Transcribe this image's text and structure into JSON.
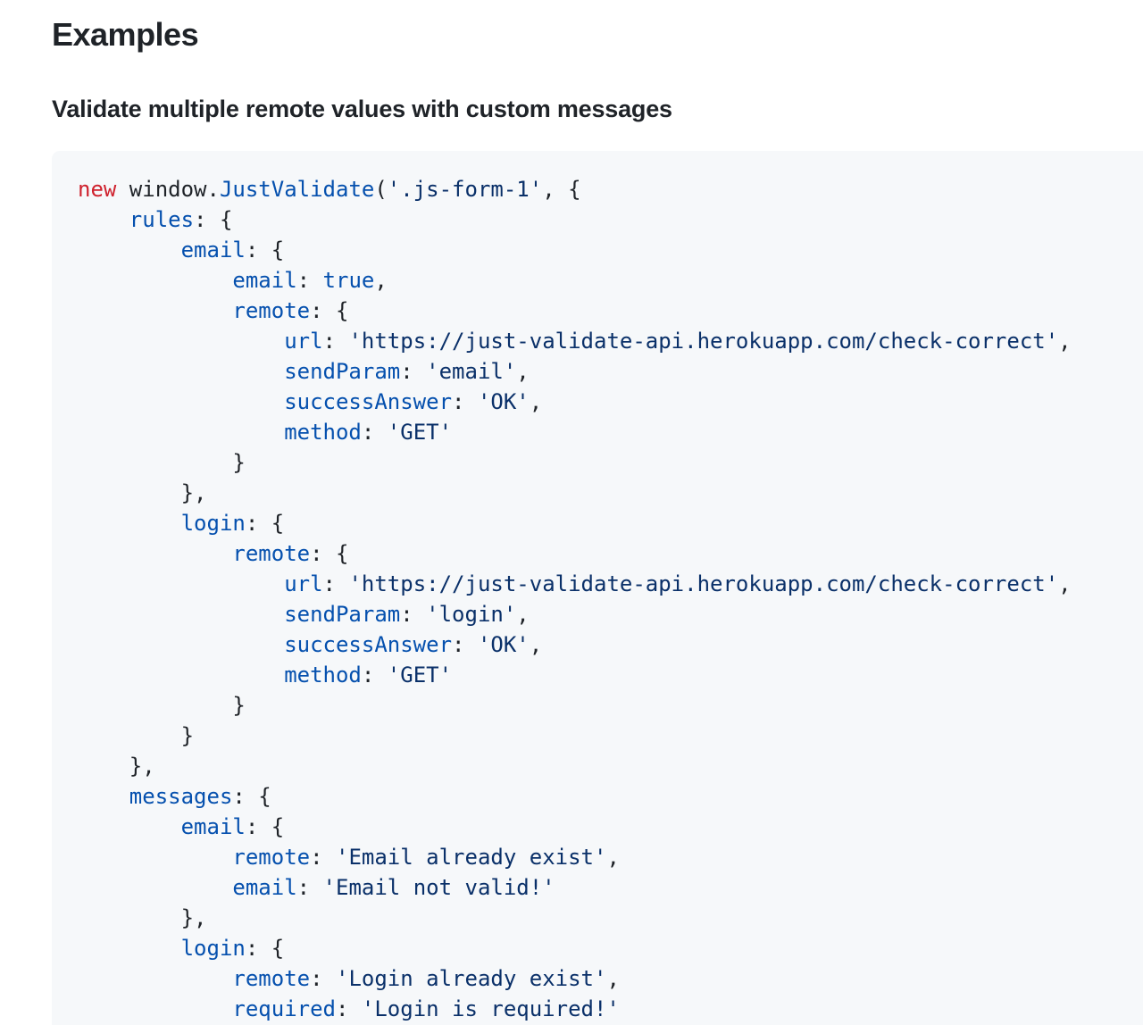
{
  "page_title": "Examples",
  "section_title": "Validate multiple remote values with custom messages",
  "code": {
    "language": "javascript",
    "colors": {
      "keyword": "#cf222e",
      "identifier": "#0550ae",
      "string": "#0a3069",
      "plain": "#1f2328",
      "background": "#f6f8fa"
    },
    "lines": [
      "new window.JustValidate('.js-form-1', {",
      "    rules: {",
      "        email: {",
      "            email: true,",
      "            remote: {",
      "                url: 'https://just-validate-api.herokuapp.com/check-correct',",
      "                sendParam: 'email',",
      "                successAnswer: 'OK',",
      "                method: 'GET'",
      "            }",
      "        },",
      "        login: {",
      "            remote: {",
      "                url: 'https://just-validate-api.herokuapp.com/check-correct',",
      "                sendParam: 'login',",
      "                successAnswer: 'OK',",
      "                method: 'GET'",
      "            }",
      "        }",
      "    },",
      "    messages: {",
      "        email: {",
      "            remote: 'Email already exist',",
      "            email: 'Email not valid!'",
      "        },",
      "        login: {",
      "            remote: 'Login already exist',",
      "            required: 'Login is required!'"
    ]
  }
}
